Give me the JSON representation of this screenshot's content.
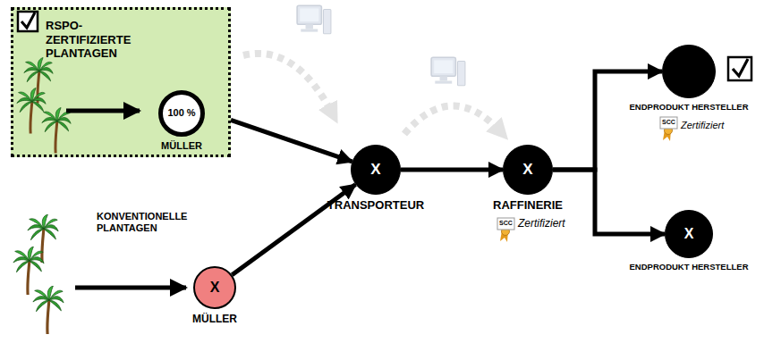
{
  "diagram": {
    "nodes": [
      {
        "text": [
          "RSPO-ZERTIFIZIERTE PLANTAGEN"
        ]
      },
      {
        "text": [
          "100 %",
          "MÜLLER"
        ],
        "in": 0
      },
      {
        "text": [
          "X",
          "MÜLLER"
        ]
      },
      {
        "text": [
          "X",
          "TRANSPORTEUR"
        ]
      },
      {
        "text": [
          "X",
          "RAFFINERIE"
        ]
      },
      {
        "text": [
          "ENDPRODUKT HERSTELLER"
        ]
      },
      {
        "text": [
          "X",
          "ENDPRODUKT HERSTELLER"
        ]
      }
    ],
    "edges": [
      {
        "from": 0,
        "to": 3,
        "arrow": "to"
      },
      {
        "from": 2,
        "to": 3,
        "arrow": "to"
      },
      {
        "from": 3,
        "to": 4,
        "arrow": "to"
      },
      {
        "from": 4,
        "to": 5,
        "arrow": "to"
      },
      {
        "from": 4,
        "to": 6,
        "arrow": "to"
      }
    ],
    "labels": [
      "KONVENTIONELLE PLANTAGEN",
      "SCC",
      "Zertifiziert",
      "SCC",
      "Zertifiziert"
    ]
  }
}
